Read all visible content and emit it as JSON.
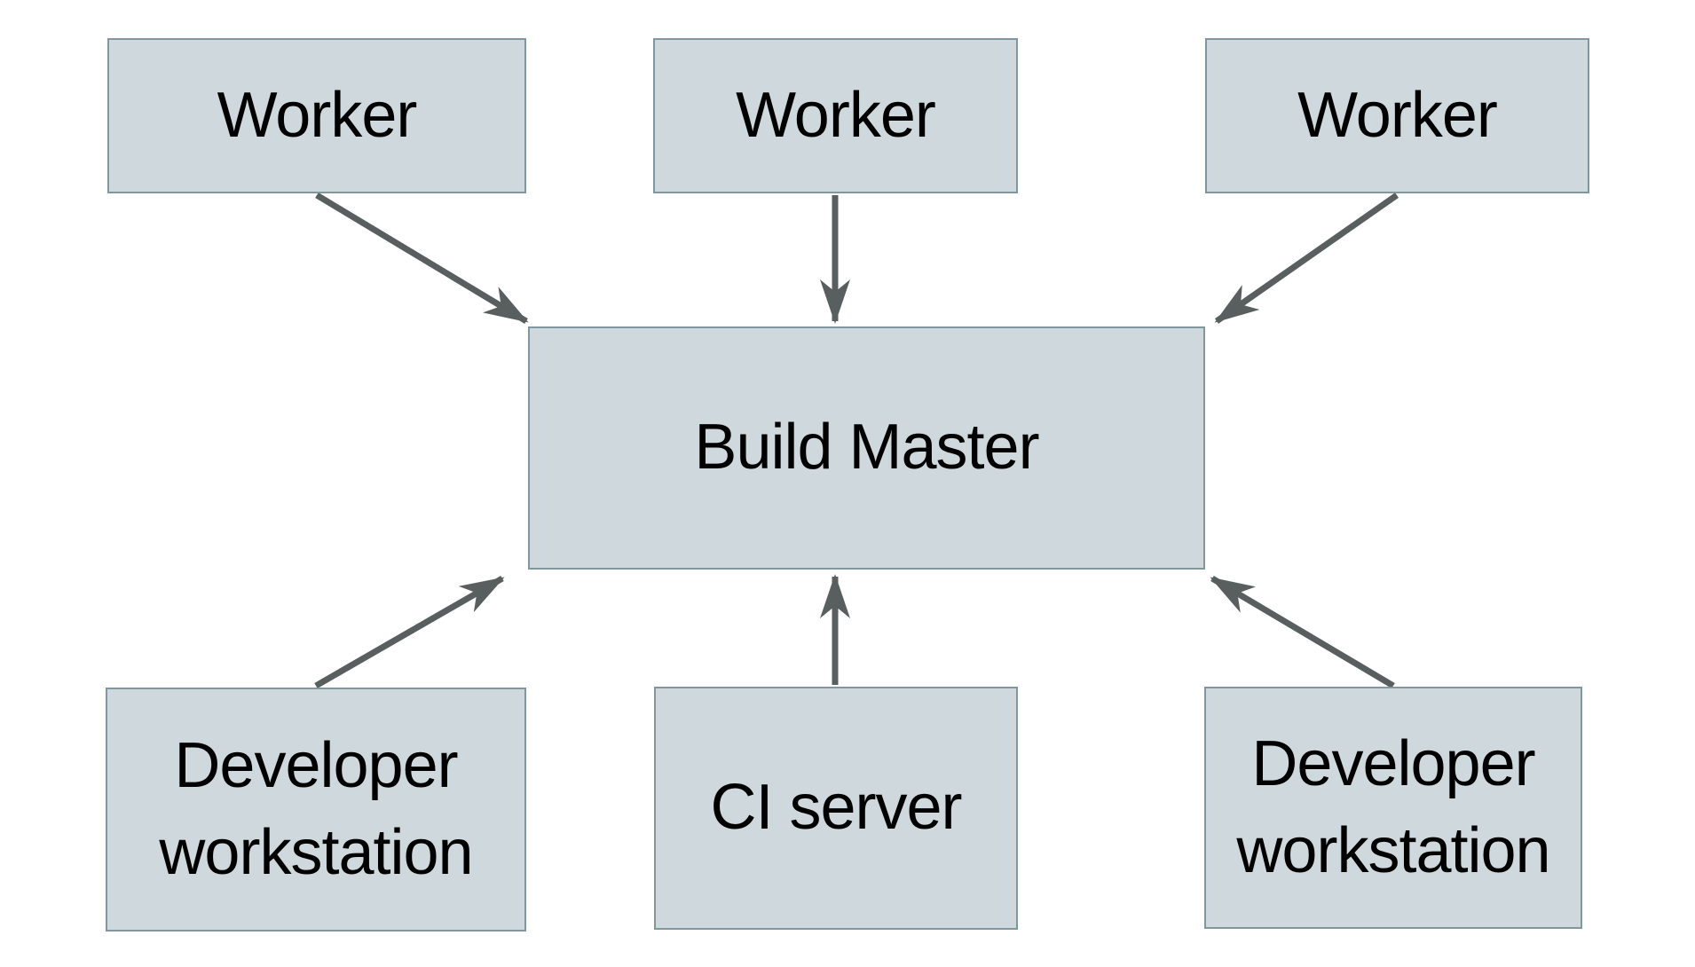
{
  "diagram": {
    "type": "architecture-diagram",
    "nodes": {
      "worker1": {
        "label": "Worker"
      },
      "worker2": {
        "label": "Worker"
      },
      "worker3": {
        "label": "Worker"
      },
      "build_master": {
        "label": "Build Master"
      },
      "dev_left": {
        "label": "Developer workstation"
      },
      "ci_server": {
        "label": "CI server"
      },
      "dev_right": {
        "label": "Developer workstation"
      }
    },
    "edges": [
      {
        "from": "worker1",
        "to": "build_master",
        "style": "arrow"
      },
      {
        "from": "worker2",
        "to": "build_master",
        "style": "arrow"
      },
      {
        "from": "worker3",
        "to": "build_master",
        "style": "arrow"
      },
      {
        "from": "dev_left",
        "to": "build_master",
        "style": "arrow"
      },
      {
        "from": "ci_server",
        "to": "build_master",
        "style": "arrow"
      },
      {
        "from": "dev_right",
        "to": "build_master",
        "style": "arrow"
      }
    ]
  },
  "colors": {
    "background": "#ffffff",
    "node_fill": "#cfd8dc",
    "node_border": "#81979f",
    "arrow": "#595f5f",
    "text": "#000000"
  }
}
